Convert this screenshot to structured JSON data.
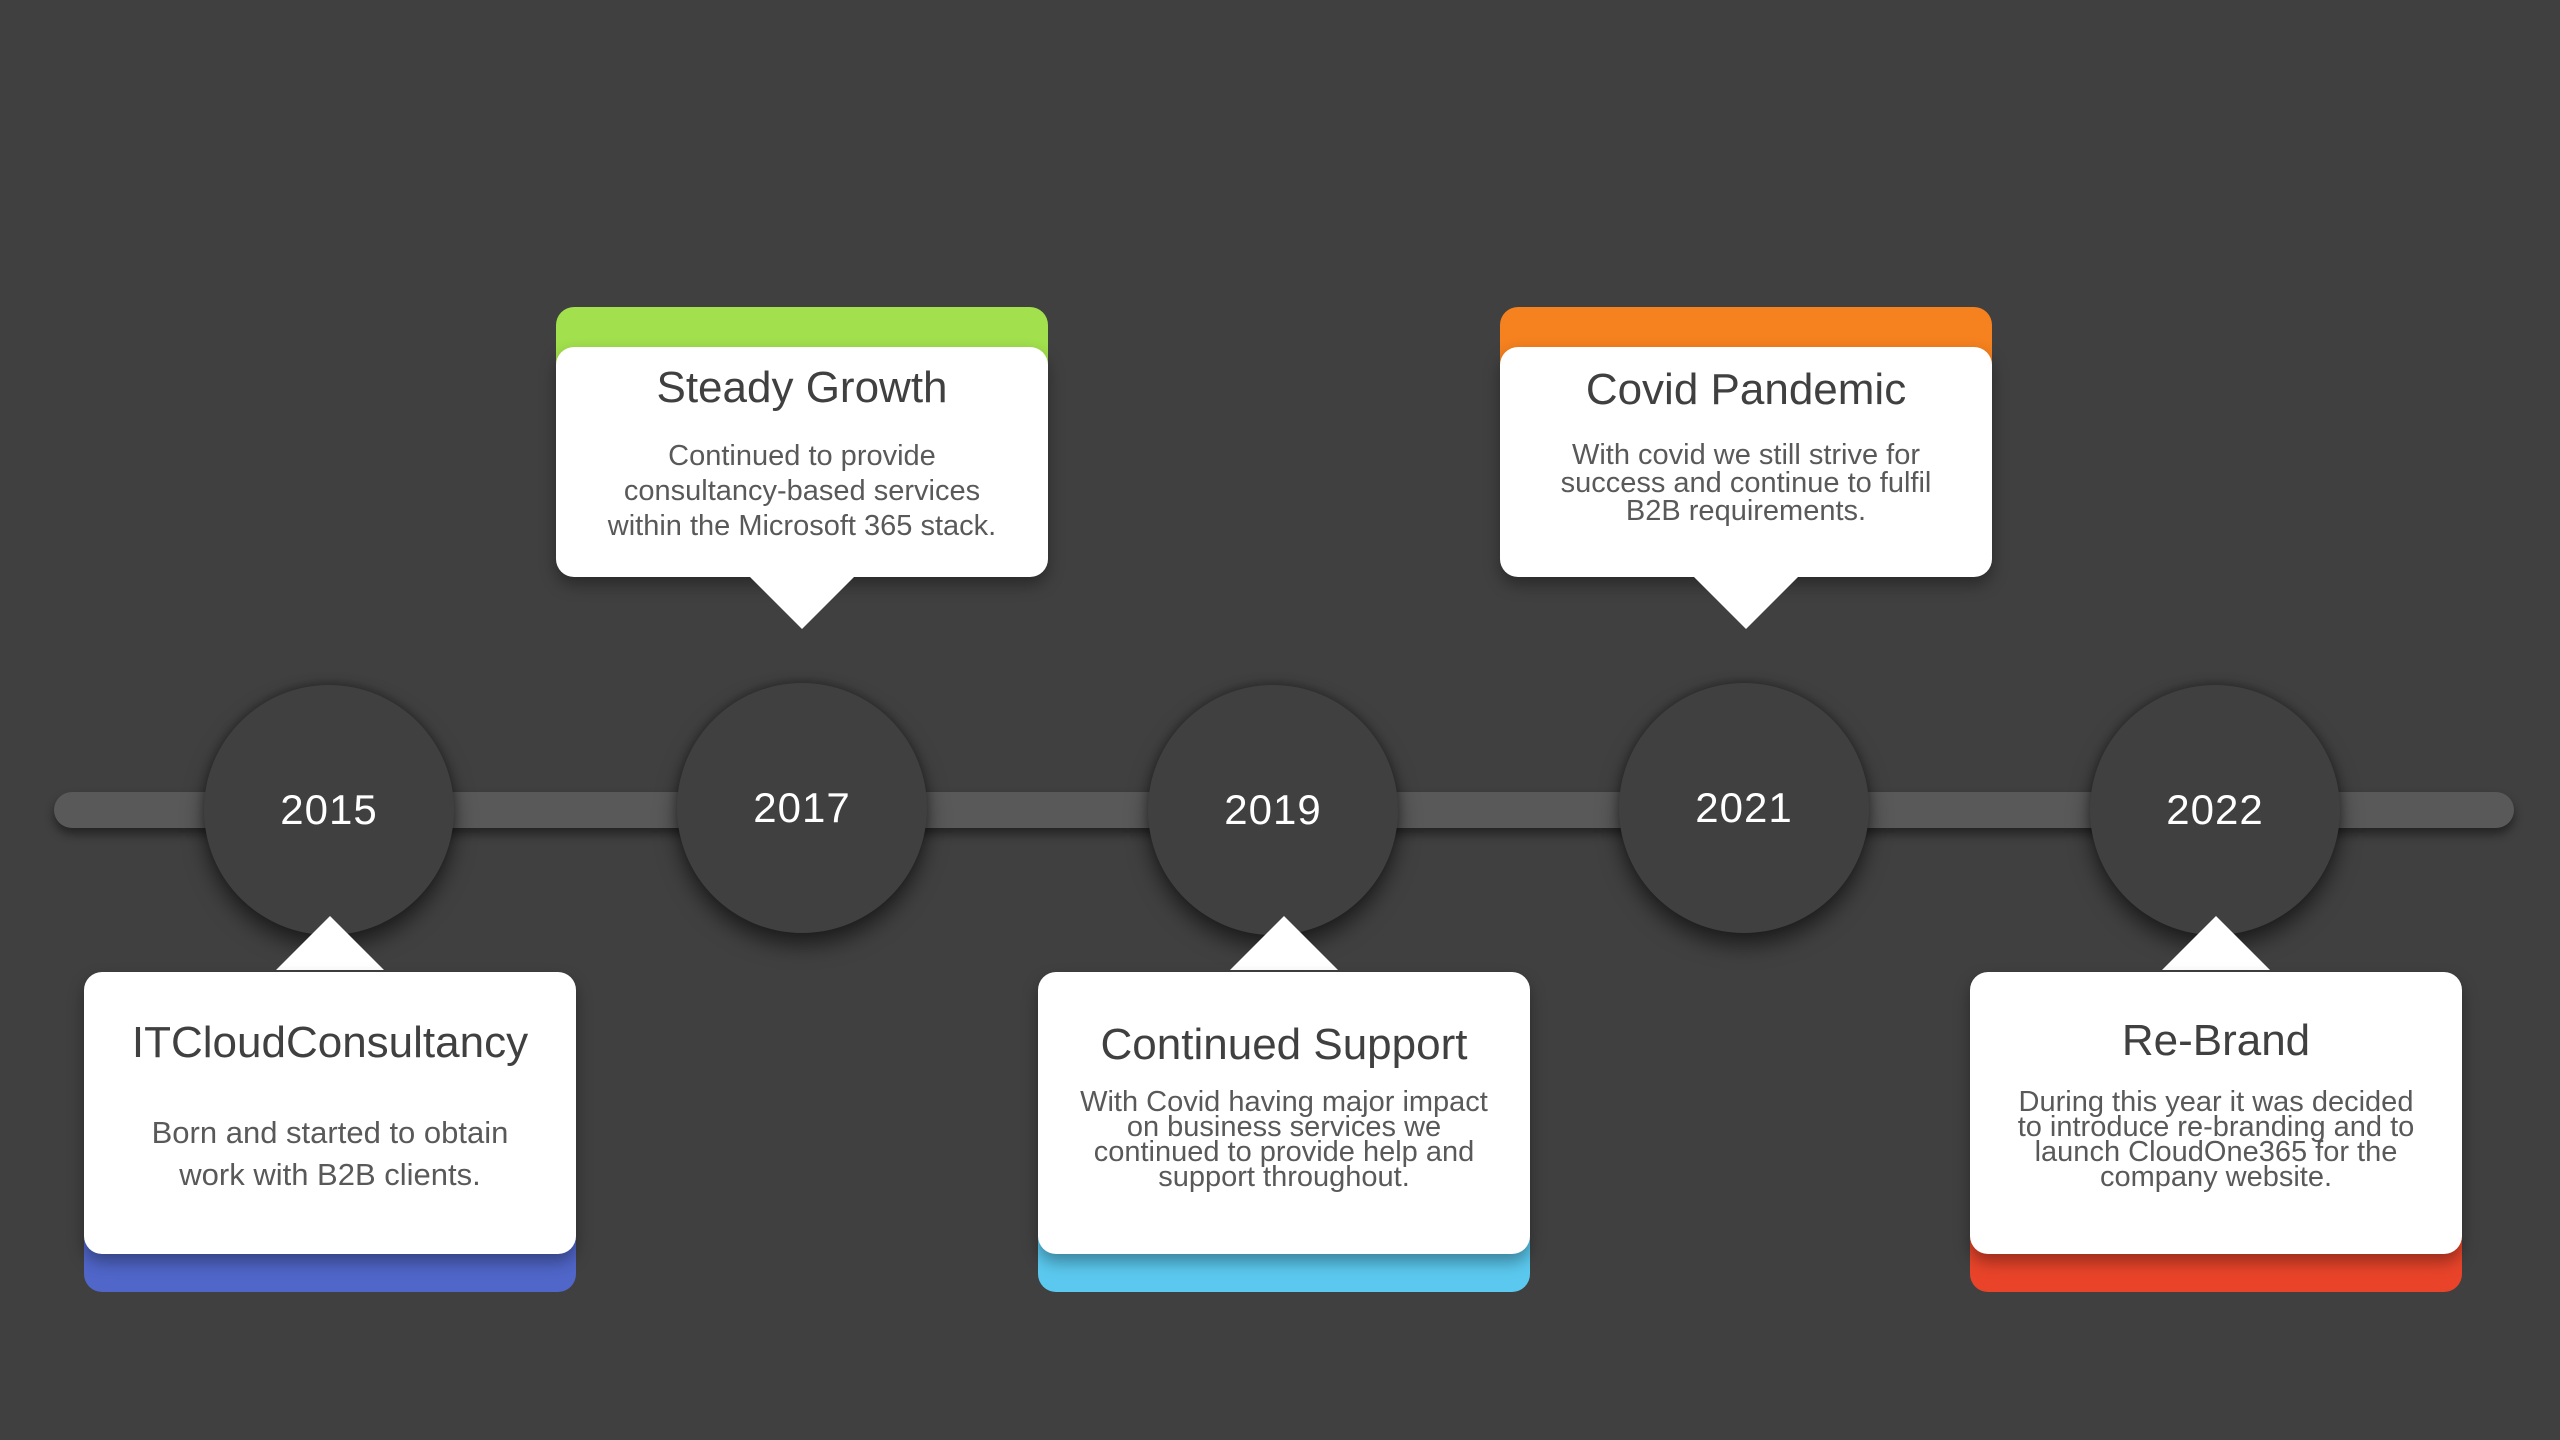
{
  "timeline": {
    "years": [
      "2015",
      "2017",
      "2019",
      "2021",
      "2022"
    ]
  },
  "events": [
    {
      "year": "2015",
      "title": "ITCloudConsultancy",
      "description": "Born and started to obtain work with B2B clients.",
      "accent_color": "#5066c9"
    },
    {
      "year": "2017",
      "title": "Steady Growth",
      "description": "Continued to provide consultancy-based services within the Microsoft 365 stack.",
      "accent_color": "#a2e04d"
    },
    {
      "year": "2019",
      "title": "Continued Support",
      "description": "With Covid having major impact on business services we continued to provide help and support throughout.",
      "accent_color": "#5bc9ef"
    },
    {
      "year": "2021",
      "title": "Covid Pandemic",
      "description": "With covid we still strive for success and continue to fulfil B2B requirements.",
      "accent_color": "#f5811f"
    },
    {
      "year": "2022",
      "title": "Re-Brand",
      "description": "During this year it was decided to introduce re-branding and to launch CloudOne365 for the company website.",
      "accent_color": "#e9442a"
    }
  ]
}
